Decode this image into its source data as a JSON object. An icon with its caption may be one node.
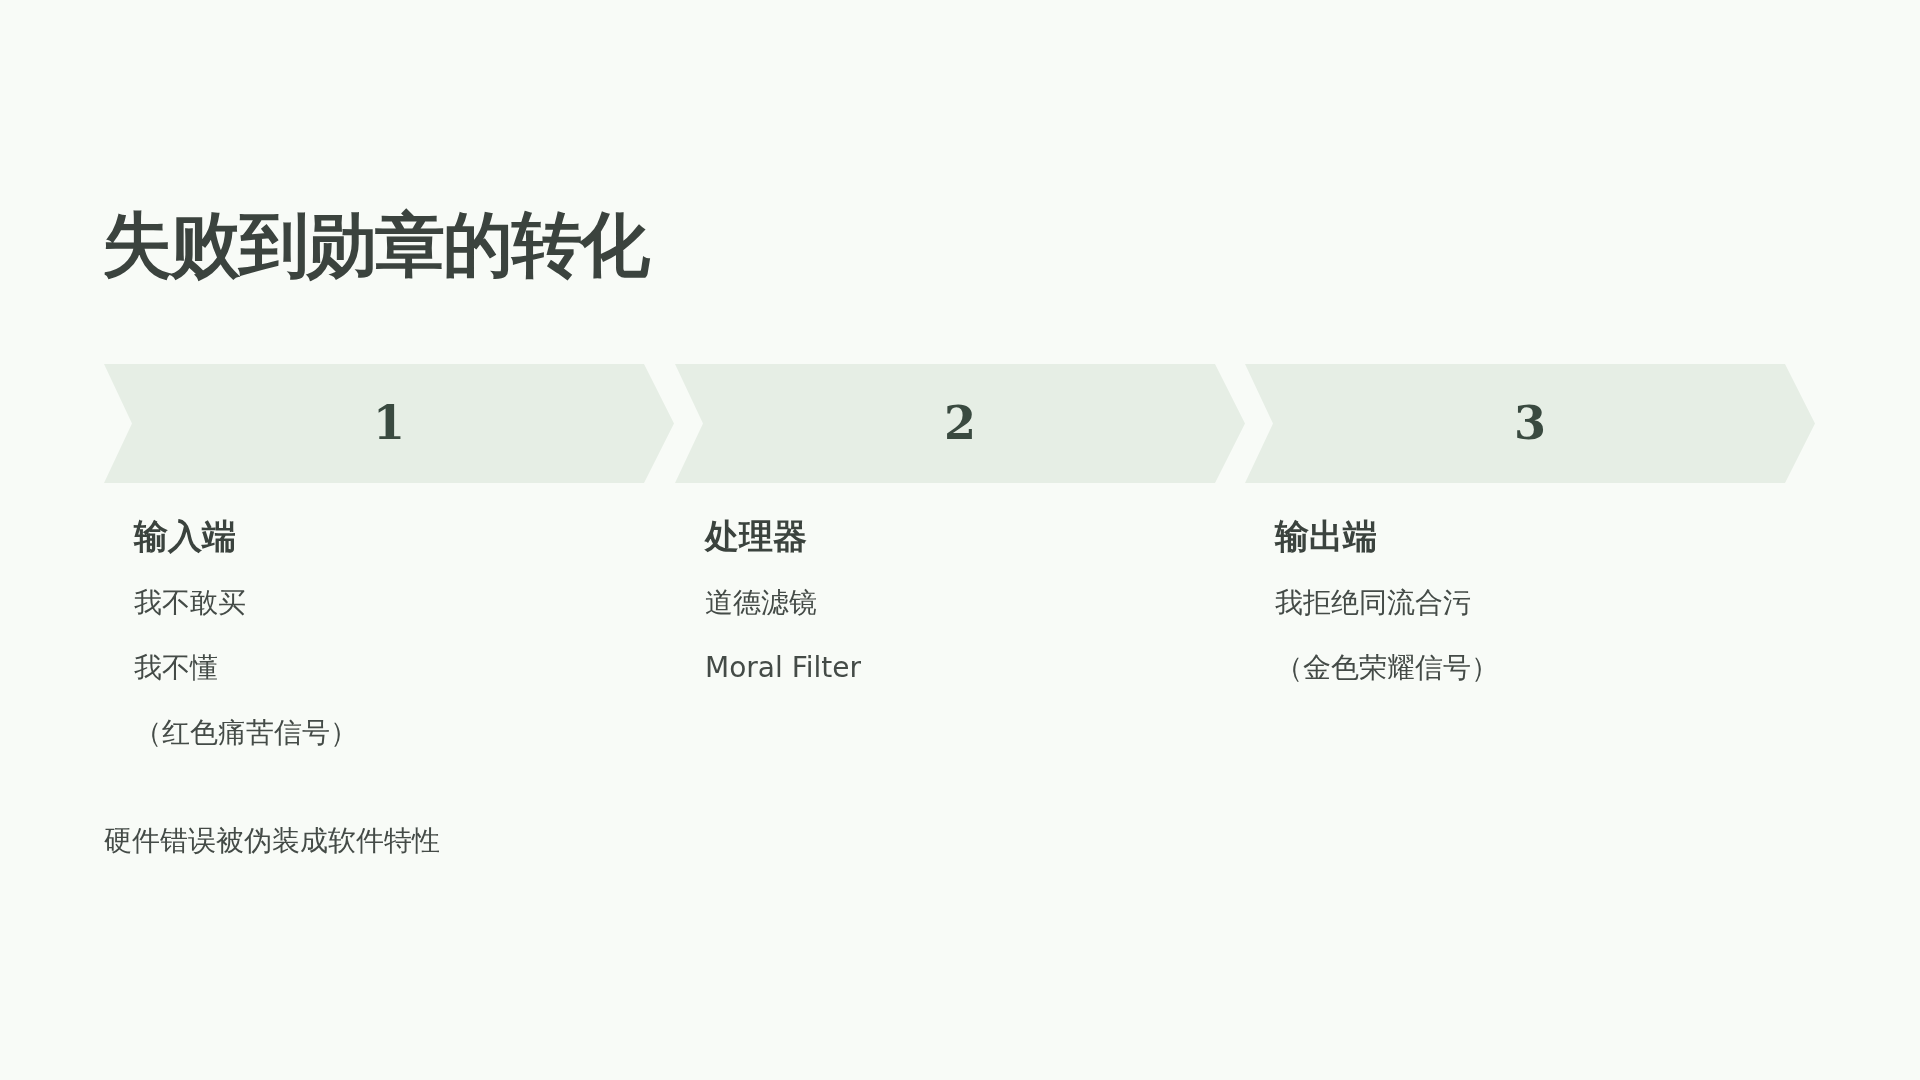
{
  "diagram": {
    "title": "失败到勋章的转化",
    "nodes": [
      {
        "text": [
          "1"
        ],
        "beside": [
          "输入端",
          "我不敢买",
          "我不懂",
          "（红色痛苦信号）"
        ]
      },
      {
        "text": [
          "2"
        ],
        "beside": [
          "处理器",
          "道德滤镜",
          "Moral Filter"
        ]
      },
      {
        "text": [
          "3"
        ],
        "beside": [
          "输出端",
          "我拒绝同流合污",
          "（金色荣耀信号）"
        ]
      }
    ],
    "labels": [
      "硬件错误被伪装成软件特性"
    ]
  }
}
